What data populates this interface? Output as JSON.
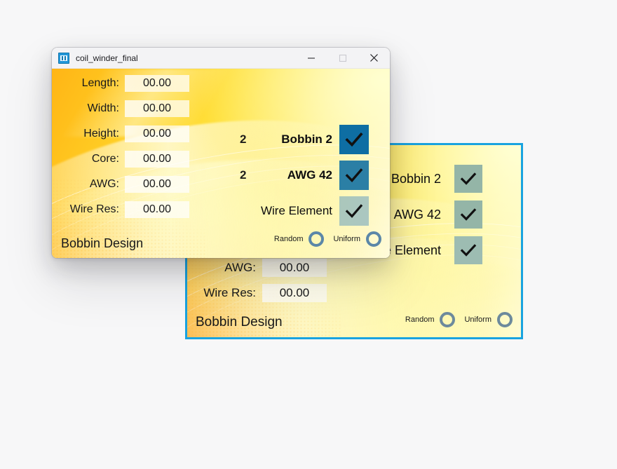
{
  "page": {
    "background_color": "#f7f7f8"
  },
  "foreground_window": {
    "titlebar": {
      "icon": "app-window-icon",
      "title": "coil_winder_final",
      "minimize_label": "—",
      "maximize_label": "□",
      "close_label": "✕"
    },
    "panel_title": "Bobbin Design",
    "fields": [
      {
        "label": "Length:",
        "value": "00.00"
      },
      {
        "label": "Width:",
        "value": "00.00"
      },
      {
        "label": "Height:",
        "value": "00.00"
      },
      {
        "label": "Core:",
        "value": "00.00"
      },
      {
        "label": "AWG:",
        "value": "00.00"
      },
      {
        "label": "Wire Res:",
        "value": "00.00"
      }
    ],
    "checkboxes": [
      {
        "label": "Bobbin 2",
        "ghost": "2",
        "checked": true,
        "box_color": "#0e6ea3"
      },
      {
        "label": "AWG 42",
        "ghost": "2",
        "checked": true,
        "box_color": "#2b7fa5"
      },
      {
        "label": "Wire Element",
        "ghost": "",
        "checked": true,
        "box_color": "#8fb4a8"
      }
    ],
    "radios": [
      {
        "label": "Random",
        "selected": false
      },
      {
        "label": "Uniform",
        "selected": false
      }
    ],
    "radio_ring_color": "#5b87a8"
  },
  "background_window": {
    "border_color": "#19a3e0",
    "panel_title": "Bobbin Design",
    "fields": [
      {
        "label": "AWG:",
        "value": "00.00"
      },
      {
        "label": "Wire Res:",
        "value": "00.00"
      }
    ],
    "checkboxes": [
      {
        "label": "Bobbin 2",
        "checked": true,
        "box_color": "#94b5a7"
      },
      {
        "label": "AWG 42",
        "checked": true,
        "box_color": "#94b5a7"
      },
      {
        "label": "Wire Element",
        "checked": true,
        "box_color": "#9dbcb2"
      }
    ],
    "radios": [
      {
        "label": "Random",
        "selected": false
      },
      {
        "label": "Uniform",
        "selected": false
      }
    ],
    "radio_ring_color": "#6d8a9c"
  }
}
